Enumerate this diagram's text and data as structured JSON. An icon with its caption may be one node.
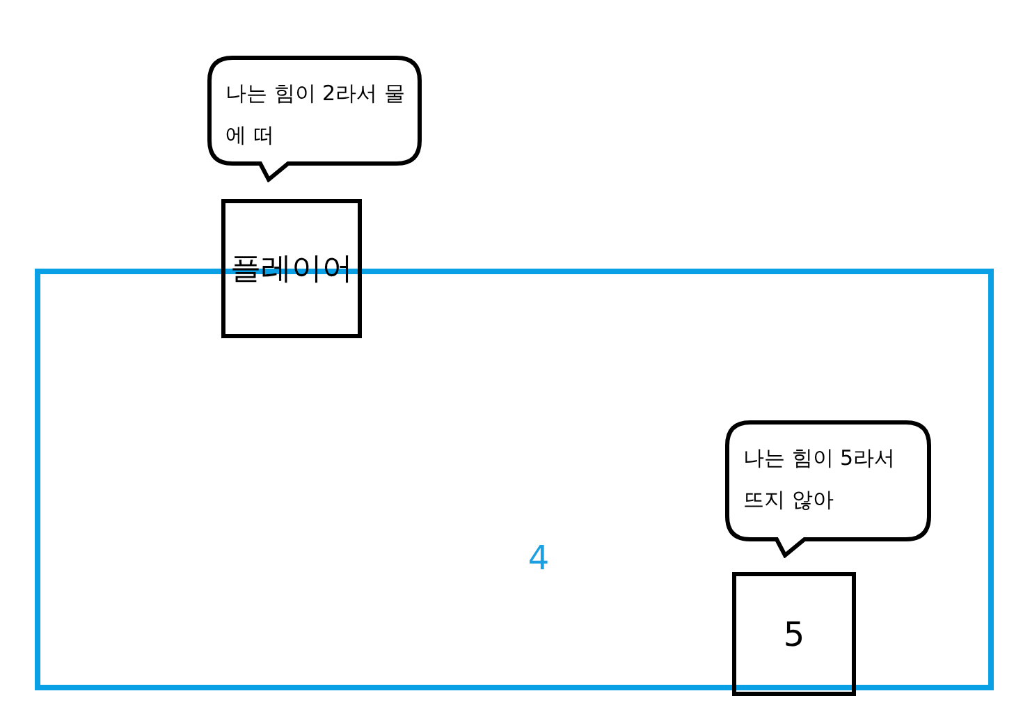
{
  "diagram": {
    "nodes": [
      {
        "text": [
          "4"
        ]
      },
      {
        "text": [
          "플레이어"
        ]
      },
      {
        "text": [
          "나는 힘이 2라서 물에 떠"
        ]
      },
      {
        "text": [
          "5"
        ],
        "in": 0
      },
      {
        "text": [
          "나는 힘이 5라서 뜨지 않아"
        ],
        "in": 0
      }
    ]
  }
}
